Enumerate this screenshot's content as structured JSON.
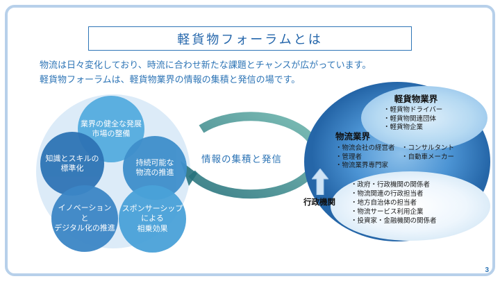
{
  "title": "軽貨物フォーラムとは",
  "intro": {
    "line1": "物流は日々変化しており、時流に合わせ新たな課題とチャンスが広がっています。",
    "line2": "軽貨物フォーラムは、軽貨物業界の情報の集積と発信の場です。"
  },
  "venn": {
    "circle1": "業界の健全な発展\n市場の整備",
    "circle2": "知識とスキルの\n標準化",
    "circle3": "持続可能な\n物流の推進",
    "circle4": "イノベーション\nと\nデジタル化の推進",
    "circle5": "スポンサーシップ\nによる\n相乗効果"
  },
  "flow": {
    "label": "情報の集積と発信"
  },
  "audience": {
    "keikamotsu": {
      "title": "軽貨物業界",
      "items": [
        "・軽貨物ドライバー",
        "・軽貨物関連団体",
        "・軽貨物企業"
      ]
    },
    "butsuryu": {
      "title": "物流業界",
      "items": [
        "・物流会社の経営者　・コンサルタント",
        "・管理者　　　　　　・自動車メーカー",
        "・物流業界専門家"
      ]
    },
    "gyosei": {
      "title": "行政機関",
      "items": [
        "・政府・行政機関の関係者",
        "・物流関連の行政担当者",
        "・地方自治体の担当者",
        "・物流サービス利用企業",
        "・投資家・金融機関の関係者"
      ]
    }
  },
  "colors": {
    "accent_blue": "#2e75b6",
    "teal_arrow": "#2f8e96",
    "frame_blue": "#b7d0ea"
  },
  "page_number": "3"
}
